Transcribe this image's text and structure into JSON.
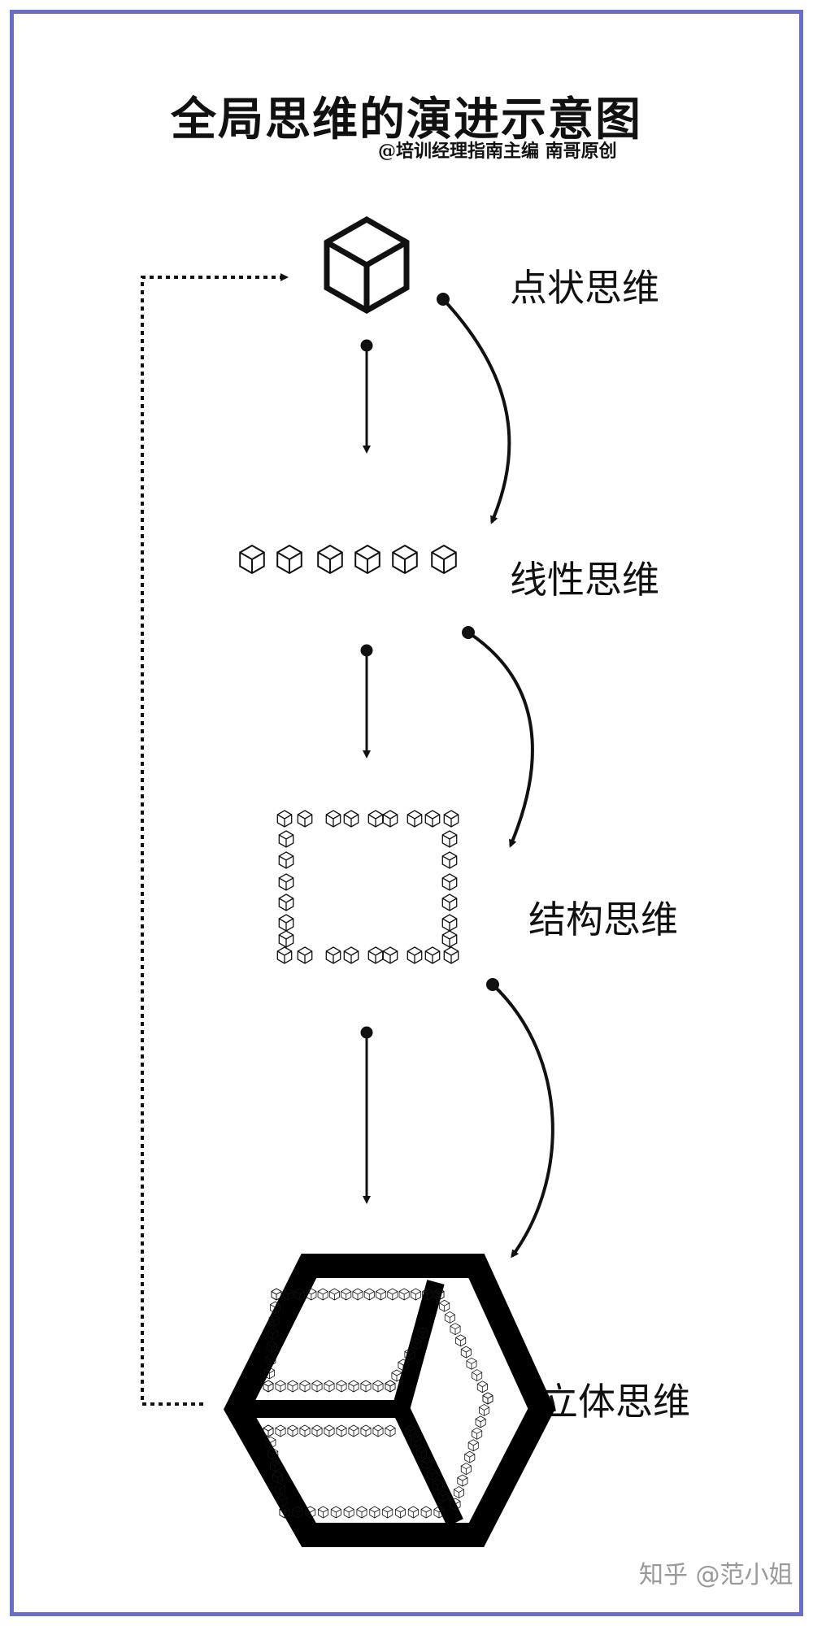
{
  "title": "全局思维的演进示意图",
  "subtitle": "@培训经理指南主编 南哥原创",
  "stages": [
    {
      "label": "点状思维",
      "icon": "single-cube-icon"
    },
    {
      "label": "线性思维",
      "icon": "cube-row-icon"
    },
    {
      "label": "结构思维",
      "icon": "cube-square-icon"
    },
    {
      "label": "立体思维",
      "icon": "large-3d-cube-icon"
    }
  ],
  "watermark": "知乎 @范小姐",
  "colors": {
    "frame": "#6a6fbf",
    "ink": "#111111",
    "watermark": "#999999"
  }
}
